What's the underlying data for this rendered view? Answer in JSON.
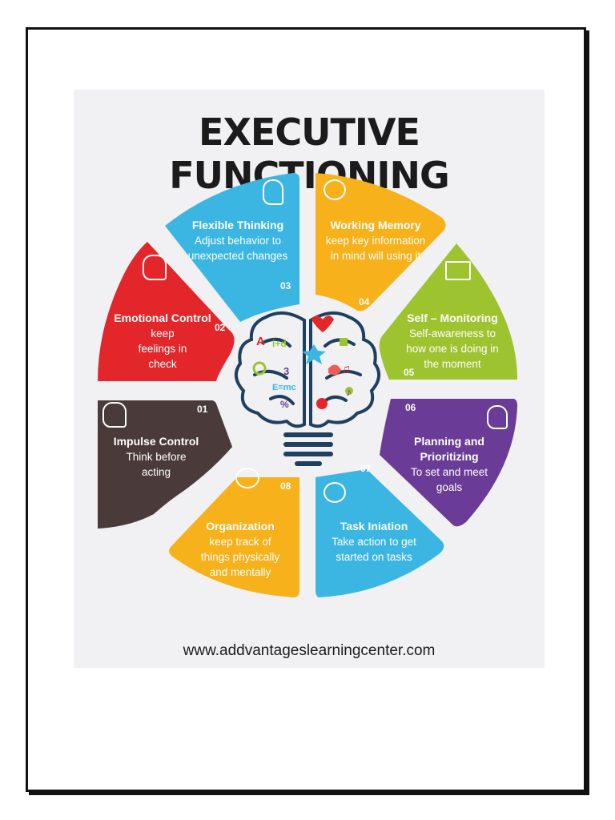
{
  "title": "EXECUTIVE FUNCTIONING",
  "footer_url": "www.addvantageslearningcenter.com",
  "brain": {
    "math_text_1": "i+d",
    "math_text_2": "E=mc",
    "letter": "A",
    "number_3": "3",
    "percent": "%"
  },
  "segments": [
    {
      "number": "01",
      "title": "Impulse Control",
      "desc": "Think before acting",
      "color": "#4a3b3a",
      "icon": "head-gear-icon"
    },
    {
      "number": "02",
      "title": "Emotional Control",
      "desc": "keep feelings in check",
      "color": "#e3262a",
      "icon": "head-emotions-icon"
    },
    {
      "number": "03",
      "title": "Flexible Thinking",
      "desc": "Adjust behavior to unexpected changes",
      "color": "#3bb6e3",
      "icon": "head-thinking-icon"
    },
    {
      "number": "04",
      "title": "Working Memory",
      "desc": "keep key information in mind will using it",
      "color": "#f7b11a",
      "icon": "brain-head-icon"
    },
    {
      "number": "05",
      "title": "Self – Monitoring",
      "desc": "Self-awareness to how one is doing in the moment",
      "color": "#9dc32f",
      "icon": "monitor-person-icon"
    },
    {
      "number": "06",
      "title": "Planning and Prioritizing",
      "desc": "To set and meet goals",
      "color": "#6a3c97",
      "icon": "head-lightbulb-icon"
    },
    {
      "number": "07",
      "title": "Task Iniation",
      "desc": "Take action to get started on tasks",
      "color": "#3bb6e3",
      "icon": "brain-bulb-icon"
    },
    {
      "number": "08",
      "title": "Organization",
      "desc": "keep track of things physically and mentally",
      "color": "#f7b11a",
      "icon": "brain-icon"
    }
  ]
}
